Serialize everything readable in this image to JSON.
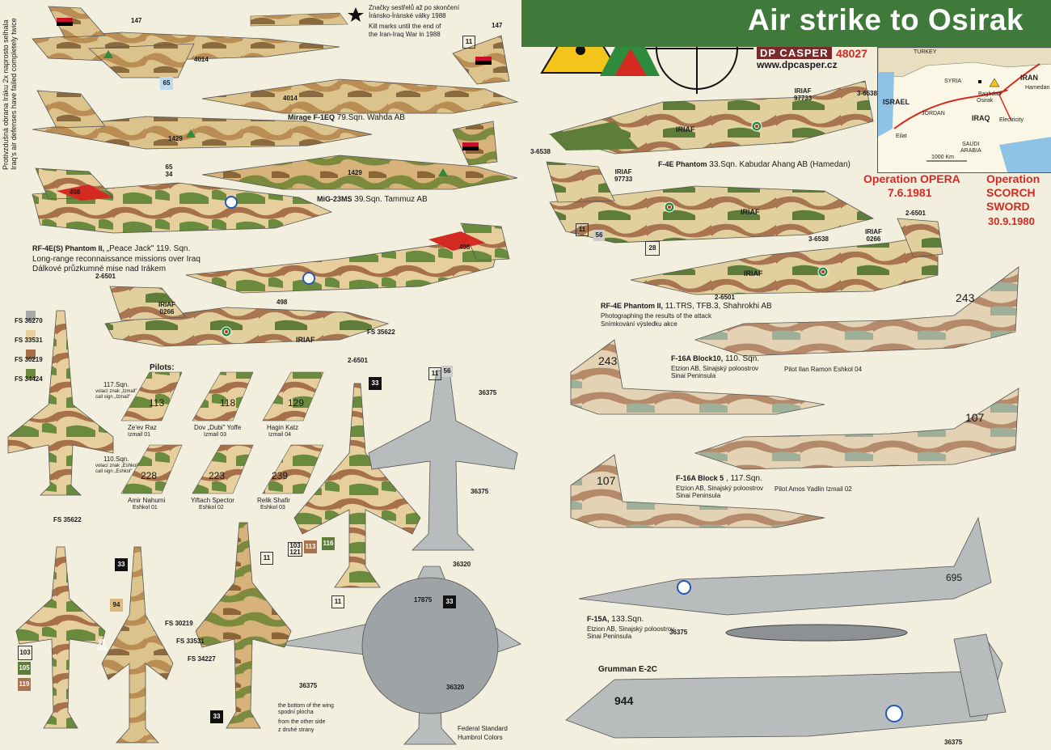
{
  "header": {
    "title": "Air strike to Osirak",
    "brand": "DP CASPER",
    "code": "48027",
    "url": "www.dpcasper.cz"
  },
  "operations": {
    "opera_name": "Operation OPERA",
    "opera_date": "7.6.1981",
    "scorch_line1": "Operation",
    "scorch_line2": "SCORCH",
    "scorch_line3": "SWORD",
    "scorch_date": "30.9.1980"
  },
  "map": {
    "turkey": "TURKEY",
    "syria": "SYRIA",
    "iran": "IRAN",
    "israel": "ISRAEL",
    "jordan": "JORDAN",
    "iraq": "IRAQ",
    "baghdad": "Baghdad",
    "osirak": "Osirak",
    "hamedan": "Hamedan",
    "electricity": "Electricity",
    "eilat": "Eilat",
    "saudi1": "SAUDI",
    "saudi2": "ARABIA",
    "scale": "1000 Km"
  },
  "side_note": {
    "line1": "Protivzdušná obrana Iráku 2x naprosto selhala",
    "line2": "Iraq's air defenses have failed completely twice"
  },
  "kill_note": {
    "line1": "Značky sestřelů až po skončení",
    "line2": "Íránsko-Íránské války 1988",
    "line3": "Kill marks until the end of",
    "line4": "the Iran-Iraq War in 1988"
  },
  "aircraft_captions": {
    "mirage_name": "Mirage F-1EQ",
    "mirage_unit": "79.Sqn. Wahda AB",
    "mig_name": "MiG-23MS",
    "mig_unit": "39.Sqn. Tammuz AB",
    "rf4e_name": "RF-4E(S) Phantom II,",
    "rf4e_unit": "„Peace Jack\" 119. Sqn.",
    "rf4e_l2": "Long-range reconnaissance missions over Iraq",
    "rf4e_l3": "Dálkové průzkumné mise nad Irákem",
    "f4e_name": "F-4E Phantom",
    "f4e_unit": "33.Sqn. Kabudar Ahang AB (Hamedan)",
    "rf4e2_name": "RF-4E Phantom II,",
    "rf4e2_unit": "11.TRS, TFB.3, Shahrokhi AB",
    "rf4e2_l2": "Photographing the results of the attack",
    "rf4e2_l3": "Snímkování výsledku akce",
    "f16b10_name": "F-16A Block10,",
    "f16b10_unit": "110. Sqn.",
    "f16b10_l2": "Etzion AB, Sinajský poloostrov",
    "f16b10_l3": "Sinai Peninsula",
    "f16b10_pilot": "Pilot Ilan Ramon   Eshkol 04",
    "f16b5_name": "F-16A Block 5",
    "f16b5_unit": ", 117.Sqn.",
    "f16b5_l2": "Etzion AB, Sinajský poloostrov",
    "f16b5_l3": "Sinai Peninsula",
    "f16b5_pilot": "Pilot  Amos Yadlin  Izmail 02",
    "f15_name": "F-15A,",
    "f15_unit": "133.Sqn.",
    "f15_l2": "Etzion AB, Sinajský poloostrov",
    "f15_l3": "Sinai Peninsula",
    "e2c_name": "Grumman E-2C"
  },
  "pilots": {
    "title": "Pilots:",
    "sqn117": "117.Sqn.",
    "sqn117_l2": "volací znak „Izmail\"",
    "sqn117_l3": "call sign „Izmail\"",
    "sqn110": "110.Sqn.",
    "sqn110_l2": "volací znak „Eshkol\"",
    "sqn110_l3": "call sign „Eshkol\"",
    "row1": [
      {
        "tail": "113",
        "name": "Ze'ev Raz",
        "call": "Izmail 01"
      },
      {
        "tail": "118",
        "name": "Dov „Dubi\" Yoffe",
        "call": "Izmail 03"
      },
      {
        "tail": "129",
        "name": "Hagin Katz",
        "call": "Izmail 04"
      }
    ],
    "row2": [
      {
        "tail": "228",
        "name": "Amir Nahumi",
        "call": "Eshkol 01"
      },
      {
        "tail": "223",
        "name": "Yiftach Spector",
        "call": "Eshkol 02"
      },
      {
        "tail": "239",
        "name": "Relik Shafir",
        "call": "Eshkol 03"
      }
    ]
  },
  "colors_legend": {
    "fs1": "FS 36270",
    "fs2": "FS 33531",
    "fs3": "FS 30219",
    "fs4": "FS 34424",
    "fs5": "FS 35622",
    "fs6": "FS 35622",
    "fs7": "FS 30219",
    "fs8": "FS 33531",
    "fs9": "FS 34227",
    "footer1": "Federal Standard",
    "footer2": "Humbrol Colors",
    "wing_note1": "the bottom of the wing",
    "wing_note2": "spodní plocha",
    "wing_note3": "from the other side",
    "wing_note4": "z druhé strany"
  },
  "numbers": {
    "n147a": "147",
    "n147b": "147",
    "n65": "65",
    "n65_34": "65\n34",
    "n11a": "11",
    "n11b": "11",
    "n11c": "11",
    "n11d": "11",
    "n11e": "11",
    "n56a": "56",
    "n56b": "56",
    "n28": "28",
    "n33a": "33",
    "n33b": "33",
    "n33c": "33",
    "n33d": "33",
    "n36375a": "36375",
    "n36375b": "36375",
    "n36375c": "36375",
    "n36375d": "36375",
    "n36375e": "36375",
    "n36320a": "36320",
    "n36320b": "36320",
    "n17875": "17875",
    "n116": "116",
    "n113": "113",
    "n103_121": "103\n121",
    "n94": "94",
    "n103": "103",
    "n105": "105",
    "n119": "119",
    "n98_186": "98\n186",
    "n243a": "243",
    "n243b": "243",
    "n107a": "107",
    "n107b": "107",
    "n695": "695",
    "n944": "944",
    "n498a": "498",
    "n498b": "498",
    "n498c": "498",
    "n4014a": "4014",
    "n4014b": "4014",
    "n1429a": "1429",
    "n1429b": "1429",
    "irf1": "IRIAF",
    "irf2": "IRIAF",
    "irf3": "IRIAF",
    "irf4": "IRIAF",
    "serial1": "3-6538",
    "serial2": "3-6538",
    "serial3": "3-6538",
    "serial4": "2-6501",
    "serial5": "2-6501",
    "serial6": "2-6501",
    "serial7": "2-6501",
    "serial8": "IRIAF\n97733",
    "serial9": "IRIAF\n97733",
    "serial10": "IRIAF\n0266",
    "serial11": "IRIAF\n0266"
  }
}
